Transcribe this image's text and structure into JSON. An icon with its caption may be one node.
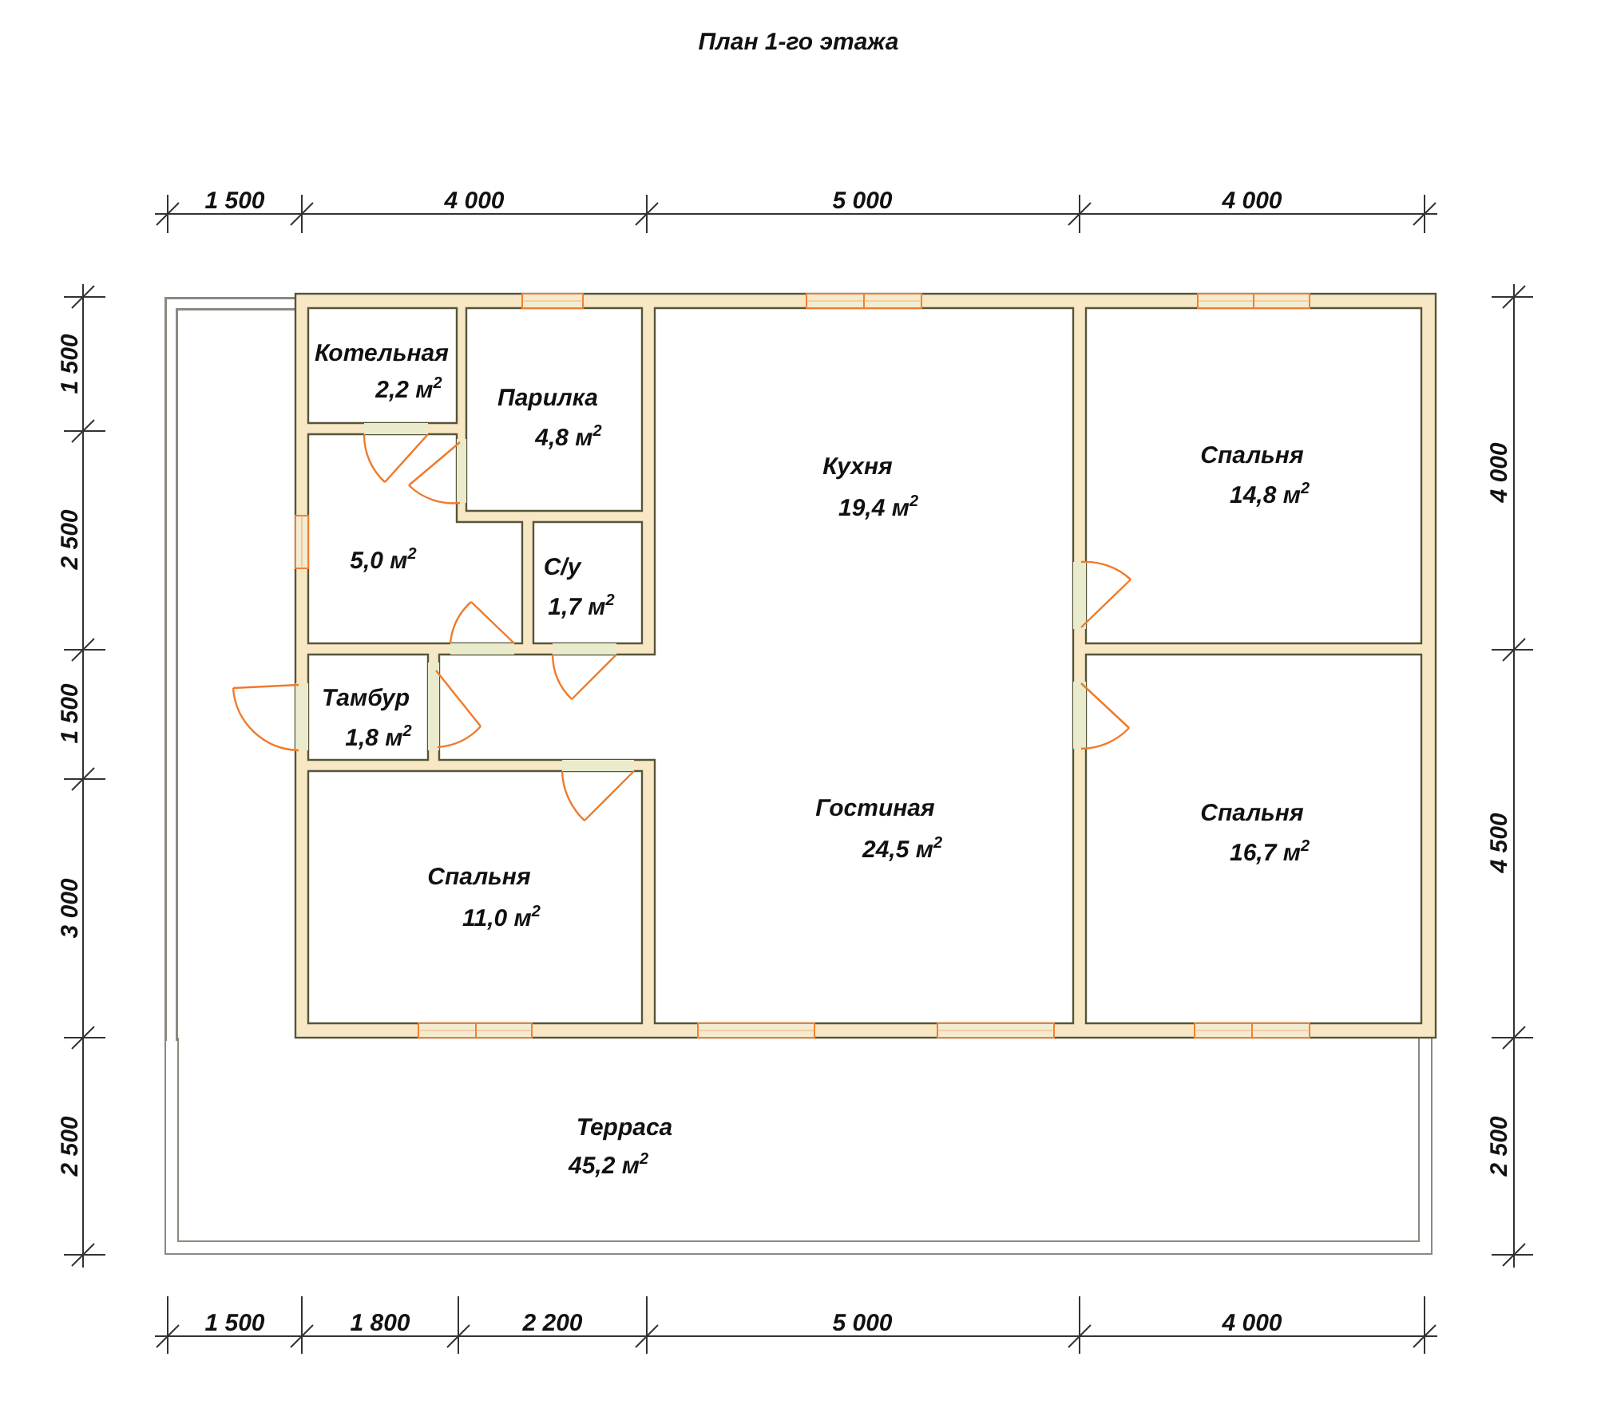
{
  "diagram": {
    "title": "План 1-го этажа",
    "nodes": [
      {
        "text": [
          "Терраса",
          "45,2 м$^{2}$"
        ]
      },
      {
        "text": [
          "Котельная",
          "2,2 м$^{2}$"
        ]
      },
      {
        "text": [
          "Парилка",
          "4,8 м$^{2}$"
        ]
      },
      {
        "text": [
          "Кухня",
          "19,4 м$^{2}$",
          "Гостиная",
          "24,5 м$^{2}$"
        ]
      },
      {
        "text": [
          "Спальня",
          "14,8 м$^{2}$"
        ]
      },
      {
        "text": [
          "5,0 м$^{2}$"
        ]
      },
      {
        "text": [
          "С/у",
          "1,7 м$^{2}$"
        ]
      },
      {
        "text": [
          "Тамбур",
          "1,8 м$^{2}$"
        ]
      },
      {
        "text": [
          "Спальня",
          "11,0 м$^{2}$"
        ]
      },
      {
        "text": [
          "Спальня",
          "16,7 м$^{2}$"
        ]
      }
    ],
    "labels": [
      "1 500",
      "4 000",
      "5 000",
      "4 000",
      "1 500",
      "2 500",
      "1 500",
      "3 000",
      "2 500",
      "4 000",
      "4 500",
      "2 500",
      "1 500",
      "1 800",
      "2 200",
      "5 000",
      "4 000"
    ]
  }
}
